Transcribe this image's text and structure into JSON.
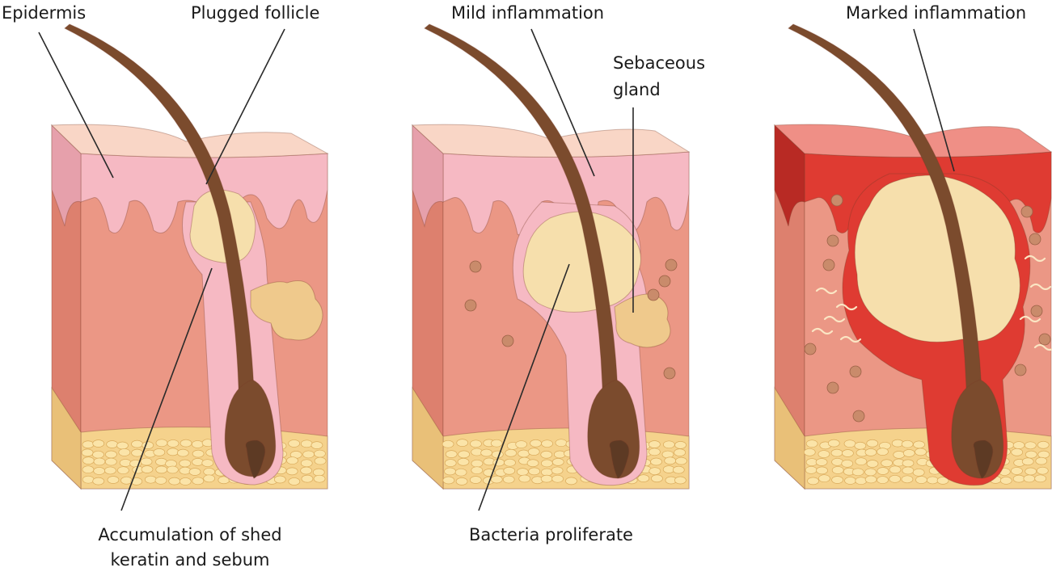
{
  "labels": {
    "epidermis": "Epidermis",
    "plugged_follicle": "Plugged follicle",
    "accumulation_line1": "Accumulation of shed",
    "accumulation_line2": "keratin and sebum",
    "mild_inflammation": "Mild inflammation",
    "sebaceous_line1": "Sebaceous",
    "sebaceous_line2": "gland",
    "bacteria": "Bacteria proliferate",
    "marked_inflammation": "Marked inflammation"
  },
  "colors": {
    "skin_surface": "#f9d6c6",
    "dermis": "#eb9785",
    "dermis_side": "#dd806e",
    "epidermis_pink": "#f6b9c3",
    "fat": "#f5d28c",
    "fat_cells": "#fbe4a8",
    "plug": "#f6dfac",
    "hair": "#7b4b2d",
    "hair_root": "#5d3a24",
    "sebaceous": "#efc98c",
    "inflamed": "#df3b32",
    "inflamed_dark": "#b82a24",
    "bacteria": "#c98b6b",
    "leader_line": "#2a2a2a"
  }
}
